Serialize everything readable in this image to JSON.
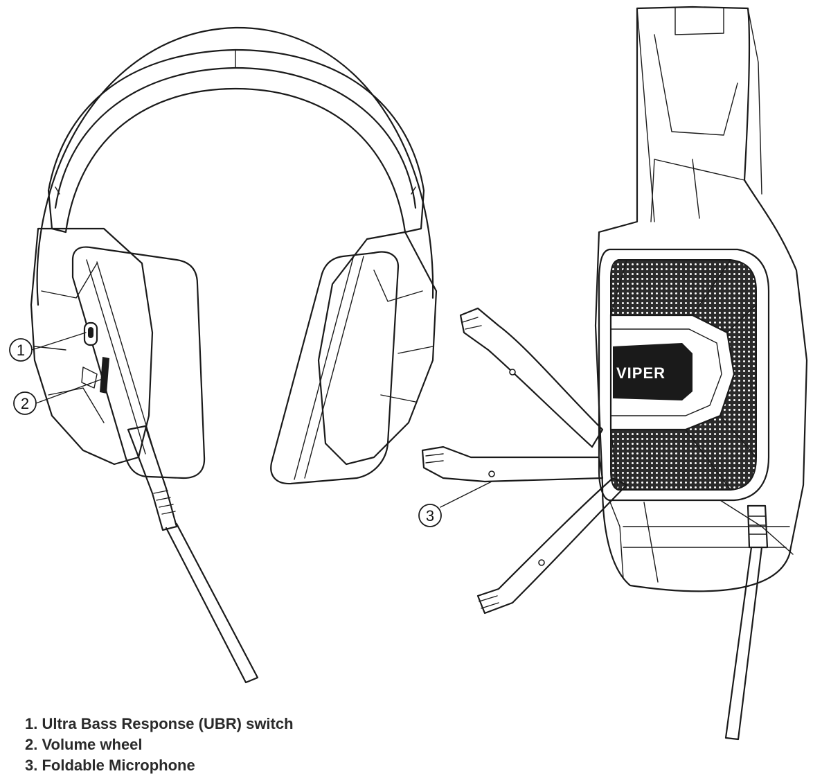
{
  "callouts": [
    {
      "number": "1",
      "label": "1. Ultra Bass Response (UBR) switch"
    },
    {
      "number": "2",
      "label": "2. Volume wheel"
    },
    {
      "number": "3",
      "label": "3. Foldable Microphone"
    }
  ],
  "brand_text": "VIPER",
  "colors": {
    "line": "#1a1a1a",
    "mesh": "#2b2b2b",
    "background": "#ffffff"
  }
}
